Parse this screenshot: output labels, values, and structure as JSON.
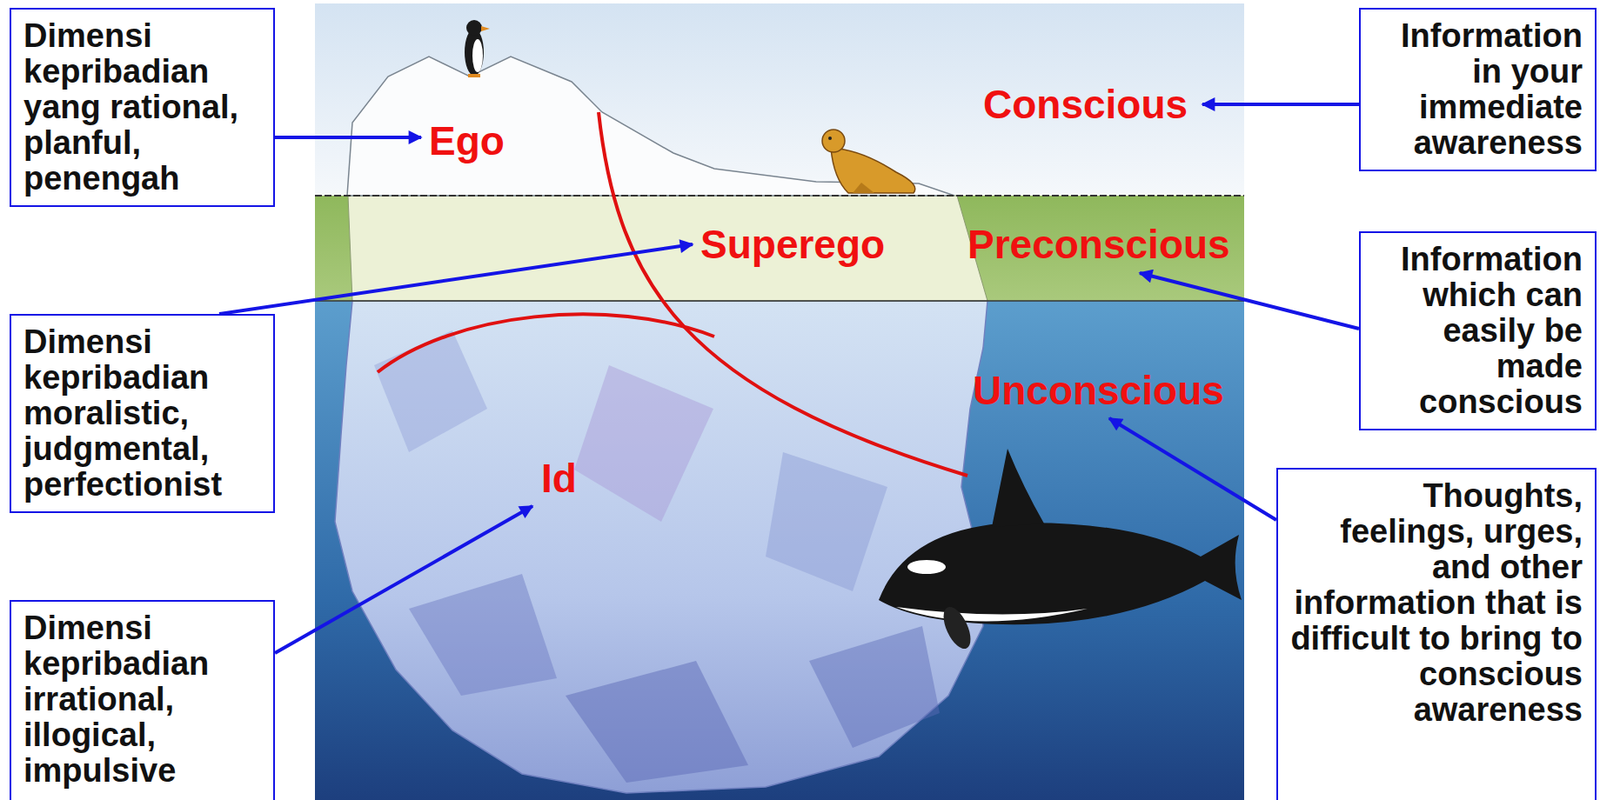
{
  "diagram": {
    "nodes": [
      {
        "text": [
          "Dimensi kepribadian yang rational, planful, penengah"
        ]
      },
      {
        "text": [
          "Information in your immediate awareness"
        ]
      },
      {
        "text": [
          "Information which can easily be made conscious"
        ]
      },
      {
        "text": [
          "Dimensi kepribadian moralistic, judgmental, perfectionist"
        ]
      },
      {
        "text": [
          "Thoughts, feelings, urges, and other information that is difficult to bring to conscious awareness"
        ]
      },
      {
        "text": [
          "Dimensi kepribadian irrational, illogical, impulsive"
        ]
      }
    ],
    "labels": [
      "Conscious",
      "Ego",
      "Superego",
      "Preconscious",
      "Unconscious",
      "Id"
    ]
  }
}
